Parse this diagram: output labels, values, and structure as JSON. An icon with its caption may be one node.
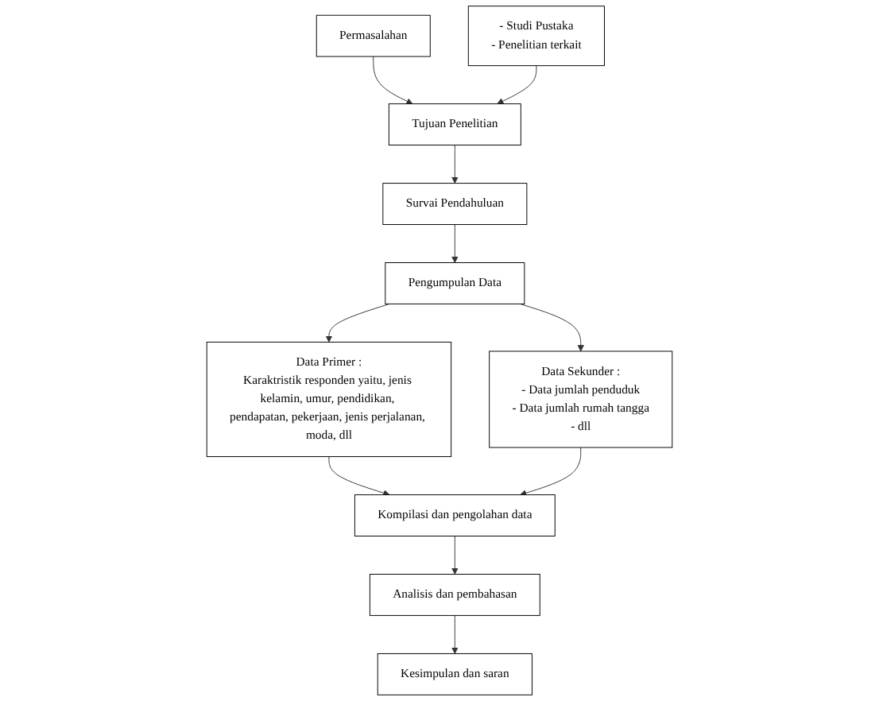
{
  "diagram": {
    "nodes": [
      {
        "text": [
          "Permasalahan"
        ]
      },
      {
        "text": [
          "Tujuan Penelitian"
        ]
      },
      {
        "text": [
          "- Studi Pustaka",
          "- Penelitian terkait"
        ]
      },
      {
        "text": [
          "Survai Pendahuluan"
        ]
      },
      {
        "text": [
          "Pengumpulan Data"
        ]
      },
      {
        "text": [
          "Data Primer :",
          "Karaktristik responden yaitu, jenis kelamin, umur, pendidikan, pendapatan, pekerjaan, jenis perjalanan, moda, dll"
        ]
      },
      {
        "text": [
          "Data Sekunder :",
          "- Data jumlah penduduk",
          "- Data jumlah rumah tangga",
          "- dll"
        ]
      },
      {
        "text": [
          "Kompilasi dan pengolahan data"
        ]
      },
      {
        "text": [
          "Analisis dan pembahasan"
        ]
      },
      {
        "text": [
          "Kesimpulan dan saran"
        ]
      }
    ],
    "edges": [
      {
        "from": 0,
        "to": 1,
        "arrow": "to"
      },
      {
        "from": 2,
        "to": 1,
        "arrow": "to"
      },
      {
        "from": 1,
        "to": 3,
        "arrow": "to"
      },
      {
        "from": 3,
        "to": 4,
        "arrow": "to"
      },
      {
        "from": 4,
        "to": 5,
        "arrow": "to"
      },
      {
        "from": 4,
        "to": 6,
        "arrow": "to"
      },
      {
        "from": 5,
        "to": 7,
        "arrow": "to"
      },
      {
        "from": 6,
        "to": 7,
        "arrow": "to"
      },
      {
        "from": 7,
        "to": 8,
        "arrow": "to"
      },
      {
        "from": 8,
        "to": 9,
        "arrow": "to"
      }
    ]
  }
}
